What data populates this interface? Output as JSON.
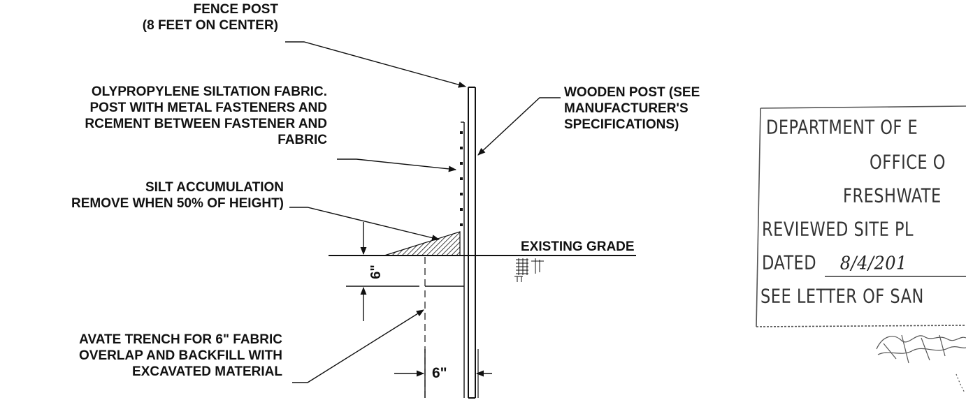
{
  "labels": {
    "fence_post": [
      "FENCE POST",
      "(8 FEET ON CENTER)"
    ],
    "fabric": [
      "OLYPROPYLENE SILTATION FABRIC.",
      "POST WITH METAL FASTENERS AND",
      "RCEMENT BETWEEN FASTENER AND",
      "FABRIC"
    ],
    "silt": [
      "SILT ACCUMULATION",
      "REMOVE WHEN 50% OF HEIGHT)"
    ],
    "trench": [
      "AVATE TRENCH FOR 6\" FABRIC",
      "OVERLAP AND BACKFILL WITH",
      "EXCAVATED MATERIAL"
    ],
    "wooden_post": [
      "WOODEN POST (SEE",
      "MANUFACTURER'S",
      "SPECIFICATIONS)"
    ],
    "grade": "EXISTING GRADE",
    "dim_depth": "6\"",
    "dim_width": "6\""
  },
  "stamp": {
    "line1": "DEPARTMENT OF E",
    "line2": "OFFICE O",
    "line3": "FRESHWATE",
    "line4": "REVIEWED SITE PL",
    "dated_label": "DATED",
    "dated_value": "8/4/201",
    "line6": "SEE LETTER OF SAN"
  },
  "colors": {
    "ink": "#111111",
    "stamp_ink": "#333333"
  }
}
